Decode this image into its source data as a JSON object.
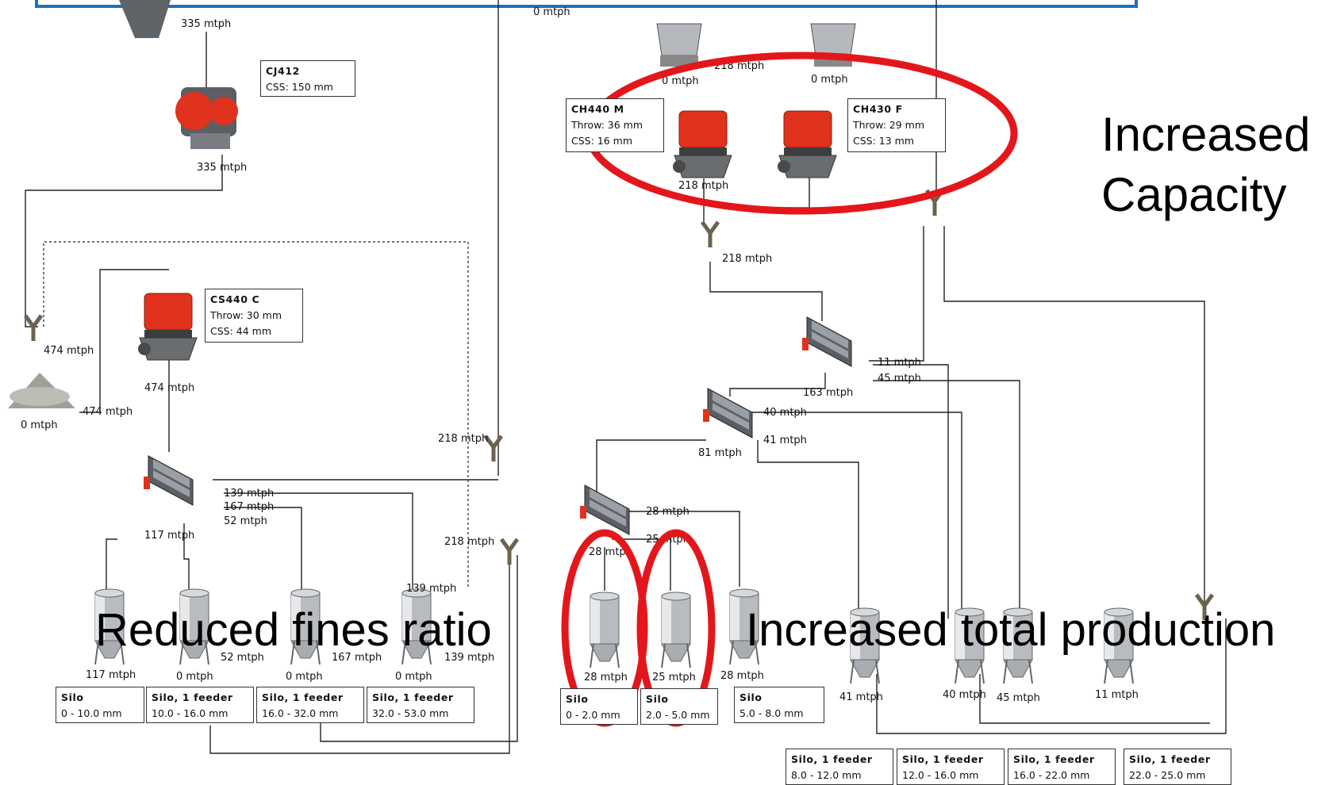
{
  "colors": {
    "machine": "#e0321c",
    "steel": "#9aa0a6",
    "frame": "#555555",
    "highlight": "#e3171b",
    "top_border": "#1f6fbf"
  },
  "machines": {
    "cj412": {
      "title": "CJ412",
      "l1": "CSS: 150 mm"
    },
    "cs440": {
      "title": "CS440 C",
      "l1": "Throw: 30 mm",
      "l2": "CSS: 44 mm"
    },
    "ch440": {
      "title": "CH440 M",
      "l1": "Throw: 36 mm",
      "l2": "CSS: 16 mm"
    },
    "ch430": {
      "title": "CH430 F",
      "l1": "Throw: 29 mm",
      "l2": "CSS: 13 mm"
    }
  },
  "flows": [
    "0 mtph",
    "335 mtph",
    "335 mtph",
    "218 mtph",
    "0 mtph",
    "0 mtph",
    "218 mtph",
    "218 mtph",
    "474 mtph",
    "474 mtph",
    "474 mtph",
    "0 mtph",
    "139 mtph",
    "167 mtph",
    "52 mtph",
    "117 mtph",
    "218 mtph",
    "218 mtph",
    "139 mtph",
    "11 mtph",
    "45 mtph",
    "163 mtph",
    "40 mtph",
    "41 mtph",
    "81 mtph",
    "28 mtph",
    "25 mtph",
    "28 mtph",
    "117 mtph",
    "0 mtph",
    "52 mtph",
    "0 mtph",
    "167 mtph",
    "0 mtph",
    "139 mtph",
    "28 mtph",
    "25 mtph",
    "28 mtph",
    "41 mtph",
    "40 mtph",
    "45 mtph",
    "11 mtph"
  ],
  "silos": [
    {
      "title": "Silo",
      "range": "0 - 10.0 mm"
    },
    {
      "title": "Silo, 1 feeder",
      "range": "10.0 - 16.0 mm"
    },
    {
      "title": "Silo, 1 feeder",
      "range": "16.0 - 32.0 mm"
    },
    {
      "title": "Silo, 1 feeder",
      "range": "32.0 - 53.0 mm"
    },
    {
      "title": "Silo",
      "range": "0 - 2.0 mm"
    },
    {
      "title": "Silo",
      "range": "2.0 - 5.0 mm"
    },
    {
      "title": "Silo",
      "range": "5.0 - 8.0 mm"
    },
    {
      "title": "Silo, 1 feeder",
      "range": "8.0 - 12.0 mm"
    },
    {
      "title": "Silo, 1 feeder",
      "range": "12.0 - 16.0 mm"
    },
    {
      "title": "Silo, 1 feeder",
      "range": "16.0 - 22.0 mm"
    },
    {
      "title": "Silo, 1 feeder",
      "range": "22.0 - 25.0 mm"
    }
  ],
  "annotations": {
    "capacity_1": "Increased",
    "capacity_2": "Capacity",
    "fines": "Reduced fines ratio",
    "production": "Increased total production"
  }
}
